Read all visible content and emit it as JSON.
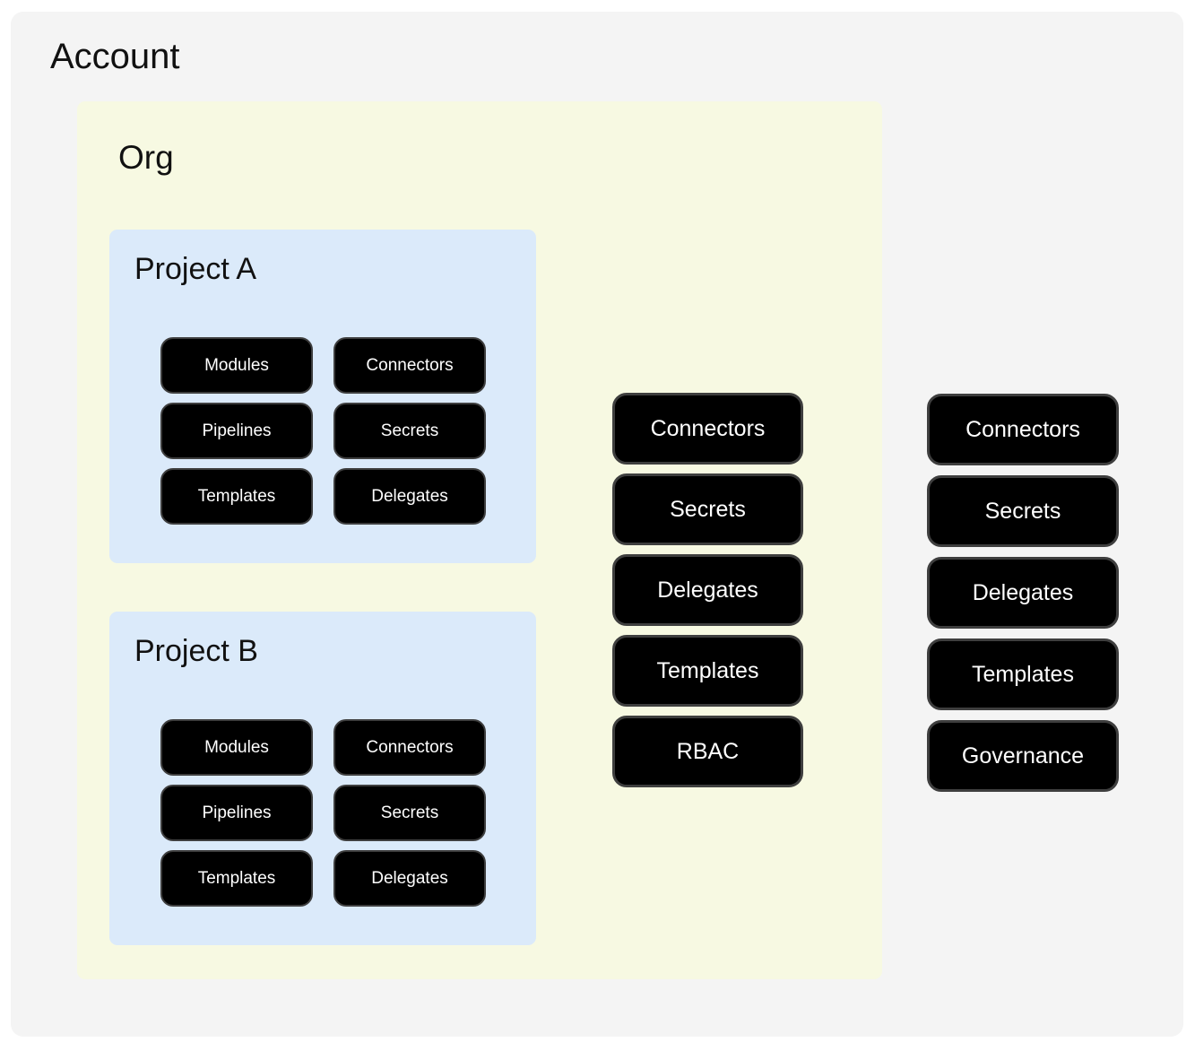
{
  "diagram": {
    "account": {
      "title": "Account",
      "org": {
        "title": "Org",
        "projects": [
          {
            "title": "Project A",
            "pills": [
              "Modules",
              "Connectors",
              "Pipelines",
              "Secrets",
              "Templates",
              "Delegates"
            ]
          },
          {
            "title": "Project B",
            "pills": [
              "Modules",
              "Connectors",
              "Pipelines",
              "Secrets",
              "Templates",
              "Delegates"
            ]
          }
        ],
        "pills": [
          "Connectors",
          "Secrets",
          "Delegates",
          "Templates",
          "RBAC"
        ]
      },
      "pills": [
        "Connectors",
        "Secrets",
        "Delegates",
        "Templates",
        "Governance"
      ]
    }
  },
  "colors": {
    "account_bg": "#f4f4f4",
    "org_bg": "#f7f9e2",
    "project_bg": "#dbeafa",
    "pill_bg": "#000000",
    "pill_border": "#3e3e3e",
    "pill_text": "#ffffff"
  }
}
